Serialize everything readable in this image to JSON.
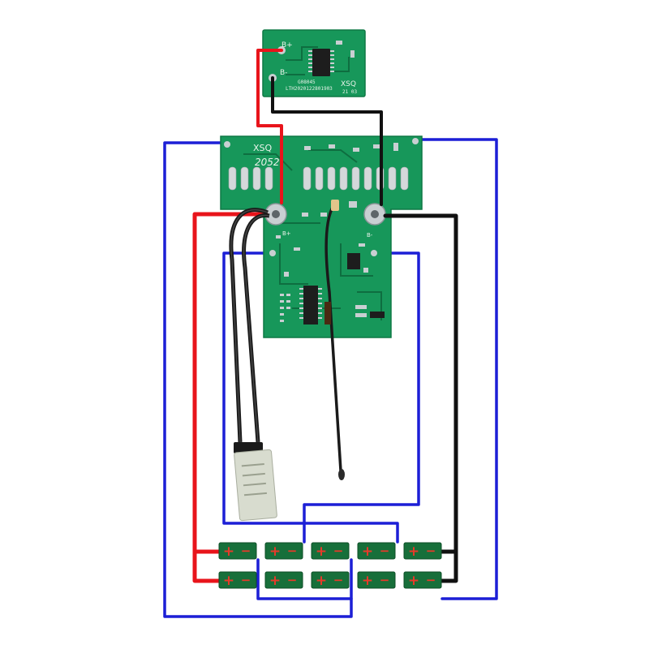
{
  "colors": {
    "pcb": "#17975a",
    "pcb_edge": "#0f7845",
    "pcb_dark": "#0e6e40",
    "wire_positive": "#e8141b",
    "wire_negative": "#111111",
    "wire_balance": "#1c1fd6",
    "cell_body": "#176f3a",
    "cell_marks": "#e83a2a",
    "sensor_body": "#d8dccf",
    "chip": "#1d1d1d",
    "pad": "#c9cfd2"
  },
  "small_board": {
    "label_b_plus": "B+",
    "label_b_minus": "B-",
    "code_1": "G08045",
    "code_2": "LTH2020122801903",
    "brand": "XSQ",
    "date": "21 03"
  },
  "main_board": {
    "brand": "XSQ",
    "code": "2052",
    "label_b_plus": "B+",
    "label_b_minus": "B-"
  },
  "cells": {
    "count_per_row": 5,
    "rows": 2,
    "plus_symbol": "+",
    "minus_symbol": "−"
  },
  "icons": {
    "thermistor": "ntc-sensor-icon",
    "probe": "temperature-probe-icon",
    "chip": "ic-chip-icon"
  }
}
